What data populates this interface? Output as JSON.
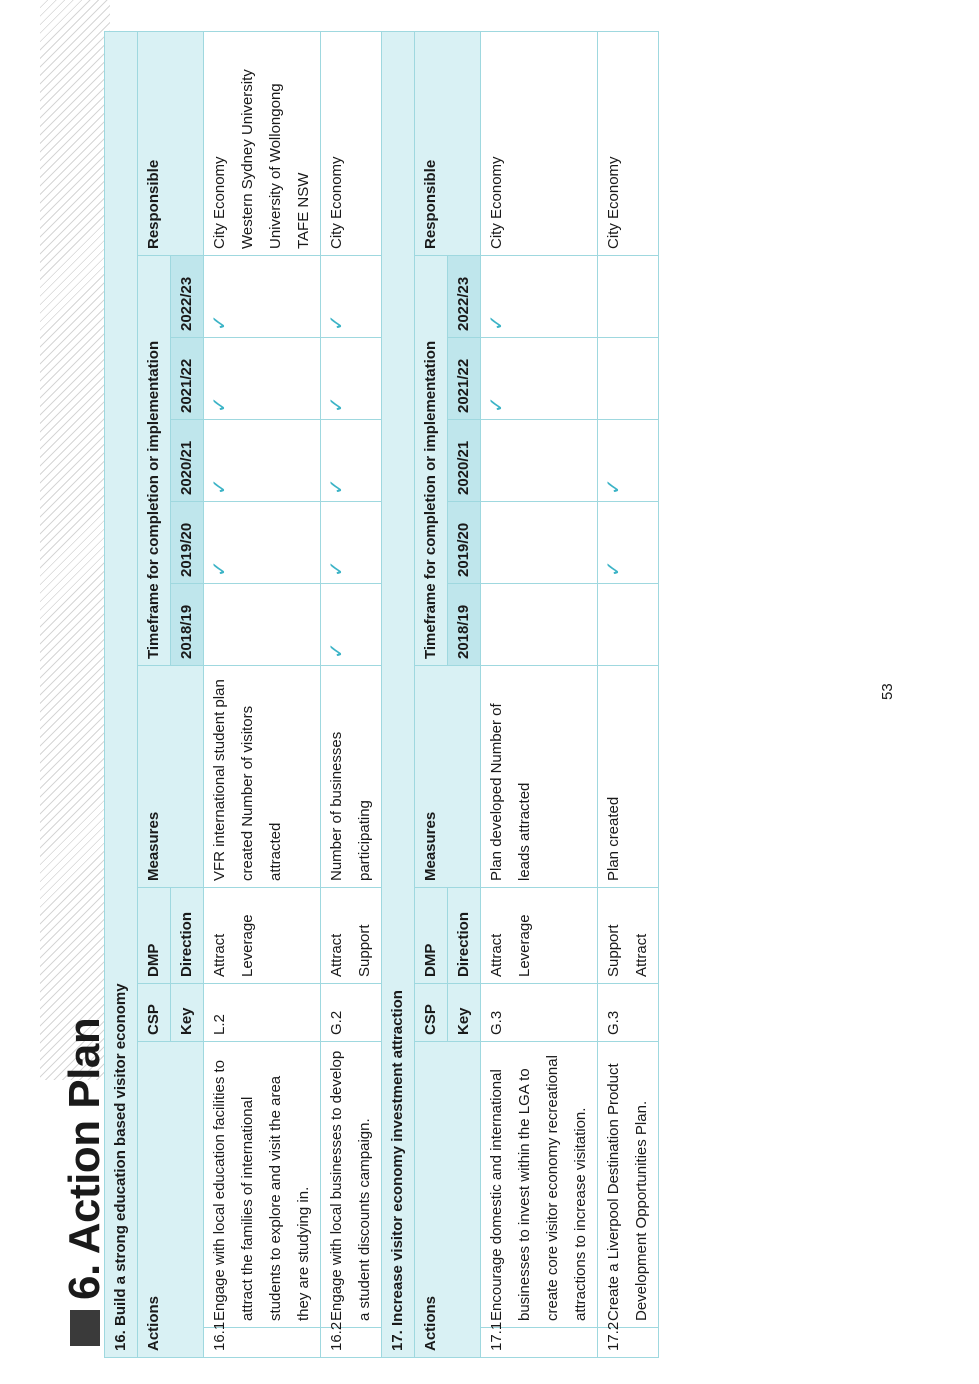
{
  "heading": {
    "number": "6.",
    "title": "Action Plan"
  },
  "columns": {
    "actions": "Actions",
    "csp": "CSP",
    "key": "Key",
    "dmp": "DMP",
    "direction": "Direction",
    "measures": "Measures",
    "timeframe": "Timeframe for completion or implementation",
    "responsible": "Responsible",
    "years": [
      "2018/19",
      "2019/20",
      "2020/21",
      "2021/22",
      "2022/23"
    ]
  },
  "check_mark": "✓",
  "sections": [
    {
      "title": "16. Build a strong education based visitor economy",
      "rows": [
        {
          "id": "16.1",
          "action": "Engage with local education facilities to attract the families of international students to explore and visit the area they are studying in.",
          "csp_key": "L.2",
          "dmp_direction": [
            "Attract",
            "Leverage"
          ],
          "measures": "VFR international student plan created Number of visitors attracted",
          "ticks": [
            false,
            true,
            true,
            true,
            true
          ],
          "responsible": [
            "City Economy",
            "Western Sydney University",
            "University of Wollongong",
            "TAFE NSW"
          ]
        },
        {
          "id": "16.2",
          "action": "Engage with local businesses to develop a student discounts campaign.",
          "csp_key": "G.2",
          "dmp_direction": [
            "Attract",
            "Support"
          ],
          "measures": "Number of businesses participating",
          "ticks": [
            true,
            true,
            true,
            true,
            true
          ],
          "responsible": [
            "City Economy"
          ]
        }
      ]
    },
    {
      "title": "17. Increase visitor economy investment attraction",
      "rows": [
        {
          "id": "17.1",
          "action": "Encourage domestic and international businesses to invest within the LGA to create core visitor economy recreational attractions to increase visitation.",
          "csp_key": "G.3",
          "dmp_direction": [
            "Attract",
            "Leverage"
          ],
          "measures": "Plan developed Number of leads attracted",
          "ticks": [
            false,
            false,
            false,
            true,
            true
          ],
          "responsible": [
            "City Economy"
          ]
        },
        {
          "id": "17.2",
          "action": "Create a Liverpool Destination Product Development Opportunities Plan.",
          "csp_key": "G.3",
          "dmp_direction": [
            "Support",
            "Attract"
          ],
          "measures": "Plan created",
          "ticks": [
            false,
            true,
            true,
            false,
            false
          ],
          "responsible": [
            "City Economy"
          ]
        }
      ]
    }
  ],
  "page_number": "53"
}
